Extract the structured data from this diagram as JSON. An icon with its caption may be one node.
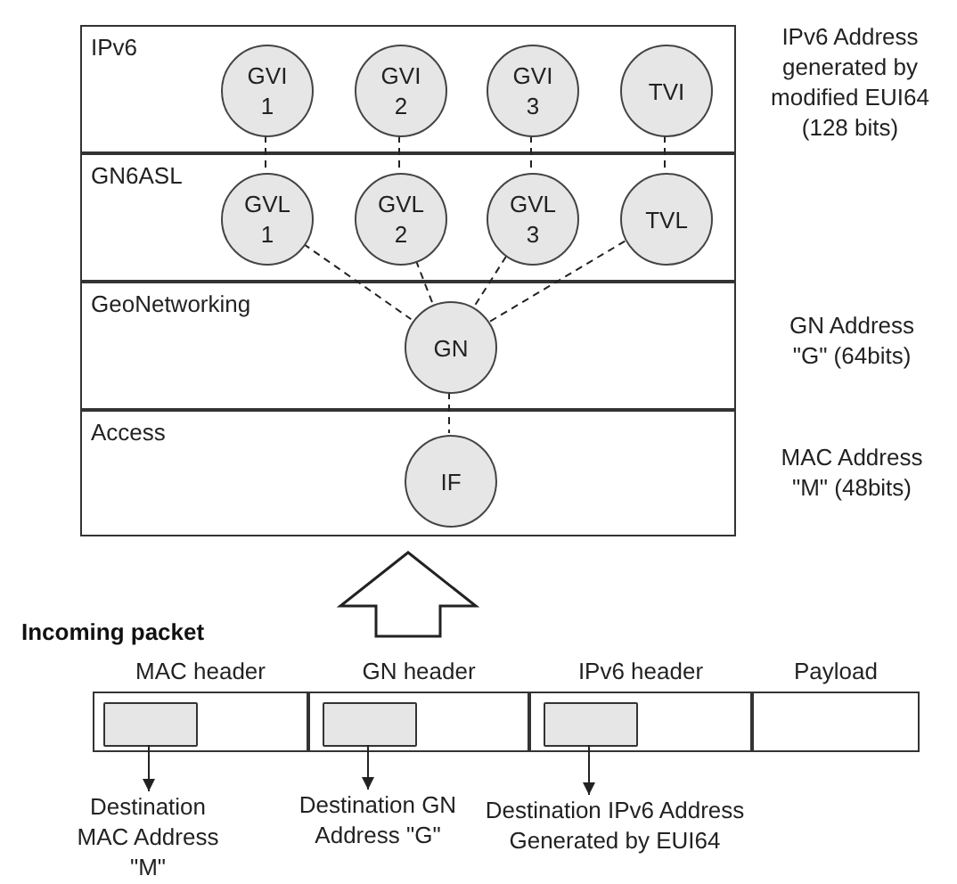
{
  "diagram": {
    "nodes": [
      {
        "text": [
          "IPv6"
        ],
        "beside": [
          "IPv6 Address generated by modified EUI64 (128 bits)"
        ]
      },
      {
        "text": [
          "GVI 1"
        ],
        "in": 0
      },
      {
        "text": [
          "GVI 2"
        ],
        "in": 0
      },
      {
        "text": [
          "GVI 3"
        ],
        "in": 0
      },
      {
        "text": [
          "TVI"
        ],
        "in": 0
      },
      {
        "text": [
          "GN6ASL"
        ]
      },
      {
        "text": [
          "GVL 1"
        ],
        "in": 5
      },
      {
        "text": [
          "GVL 2"
        ],
        "in": 5
      },
      {
        "text": [
          "GVL 3"
        ],
        "in": 5
      },
      {
        "text": [
          "TVL"
        ],
        "in": 5
      },
      {
        "text": [
          "GeoNetworking"
        ],
        "beside": [
          "GN Address \"G\" (64bits)"
        ]
      },
      {
        "text": [
          "GN"
        ],
        "in": 10
      },
      {
        "text": [
          "Access"
        ],
        "beside": [
          "MAC Address \"M\" (48bits)"
        ]
      },
      {
        "text": [
          "IF"
        ],
        "in": 12
      },
      {
        "text": [
          "MAC header"
        ]
      },
      {
        "text": [],
        "shape": "box",
        "in": 14
      },
      {
        "text": [
          "GN header"
        ]
      },
      {
        "text": [],
        "shape": "box",
        "in": 16
      },
      {
        "text": [
          "IPv6 header"
        ]
      },
      {
        "text": [],
        "shape": "box",
        "in": 18
      },
      {
        "text": [
          "Payload"
        ]
      },
      {
        "text": [
          "Destination MAC Address \"M\""
        ]
      },
      {
        "text": [
          "Destination GN Address \"G\""
        ]
      },
      {
        "text": [
          "Destination IPv6 Address Generated by EUI64"
        ]
      }
    ],
    "edges": [
      {
        "from": 1,
        "to": 6,
        "arrow": "none",
        "style": "dashed"
      },
      {
        "from": 2,
        "to": 7,
        "arrow": "none",
        "style": "dashed"
      },
      {
        "from": 3,
        "to": 8,
        "arrow": "none",
        "style": "dashed"
      },
      {
        "from": 4,
        "to": 9,
        "arrow": "none",
        "style": "dashed"
      },
      {
        "from": 6,
        "to": 11,
        "arrow": "none",
        "style": "dashed"
      },
      {
        "from": 7,
        "to": 11,
        "arrow": "none",
        "style": "dashed"
      },
      {
        "from": 8,
        "to": 11,
        "arrow": "none",
        "style": "dashed"
      },
      {
        "from": 9,
        "to": 11,
        "arrow": "none",
        "style": "dashed"
      },
      {
        "from": 11,
        "to": 13,
        "arrow": "none",
        "style": "dashed"
      },
      {
        "from": null,
        "to": 12,
        "arrow": "to",
        "style": "thick"
      },
      {
        "from": 15,
        "to": 21,
        "arrow": "to"
      },
      {
        "from": 17,
        "to": 22,
        "arrow": "to"
      },
      {
        "from": 19,
        "to": 23,
        "arrow": "to"
      }
    ],
    "labels": [
      "Incoming packet"
    ]
  }
}
